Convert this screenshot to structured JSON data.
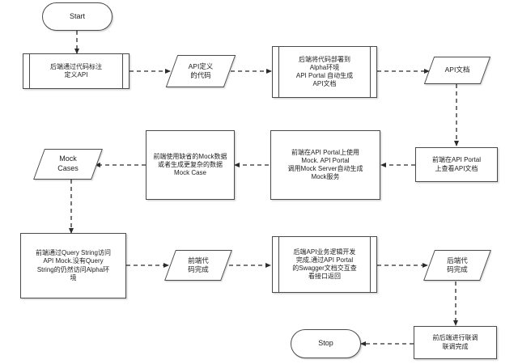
{
  "diagram": {
    "title": "API Portal development workflow flowchart",
    "background_color": "#ffffff",
    "stroke_color": "#4a4a4a",
    "text_color": "#1d1d1d",
    "connector_style": "dashed-arrow"
  },
  "nodes": {
    "start": {
      "label": "Start",
      "shape": "terminator"
    },
    "define_api": {
      "label": "后端通过代码标注\n定义API",
      "shape": "predefined-process"
    },
    "api_def_code": {
      "label": "API定义\n的代码",
      "shape": "data"
    },
    "deploy_alpha": {
      "label": "后端将代码部署到\nAlpha环境\nAPI Portal 自动生成\nAPI文档",
      "shape": "predefined-process"
    },
    "api_doc": {
      "label": "API文档",
      "shape": "data"
    },
    "view_api_doc": {
      "label": "前端在API Portal\n上查看API文档",
      "shape": "process"
    },
    "use_mock": {
      "label": "前端在API Portal上使用\nMock. API Portal\n调用Mock Server自动生成\nMock服务",
      "shape": "process"
    },
    "mock_data": {
      "label": "前端使用缺省的Mock数据\n或者生成更复杂的数据\nMock Case",
      "shape": "process"
    },
    "mock_cases": {
      "label": "Mock\nCases",
      "shape": "data"
    },
    "query_string": {
      "label": "前端通过Query String访问\nAPI Mock.没有Query\nString的仍然访问Alpha环\n境",
      "shape": "process"
    },
    "frontend_done": {
      "label": "前端代\n码完成",
      "shape": "data"
    },
    "backend_logic": {
      "label": "后端API业务逻辑开发\n完成,通过API Portal\n的Swagger文档交互查\n看接口返回",
      "shape": "predefined-process"
    },
    "backend_done": {
      "label": "后端代\n码完成",
      "shape": "data"
    },
    "joint_debug": {
      "label": "前后端进行联调\n联调完成",
      "shape": "process"
    },
    "stop": {
      "label": "Stop",
      "shape": "terminator"
    }
  },
  "edges": [
    {
      "from": "start",
      "to": "define_api",
      "direction": "down"
    },
    {
      "from": "define_api",
      "to": "api_def_code",
      "direction": "right"
    },
    {
      "from": "api_def_code",
      "to": "deploy_alpha",
      "direction": "right"
    },
    {
      "from": "deploy_alpha",
      "to": "api_doc",
      "direction": "right"
    },
    {
      "from": "api_doc",
      "to": "view_api_doc",
      "direction": "down"
    },
    {
      "from": "view_api_doc",
      "to": "use_mock",
      "direction": "left"
    },
    {
      "from": "use_mock",
      "to": "mock_data",
      "direction": "left"
    },
    {
      "from": "mock_data",
      "to": "mock_cases",
      "direction": "left"
    },
    {
      "from": "mock_cases",
      "to": "query_string",
      "direction": "down"
    },
    {
      "from": "query_string",
      "to": "frontend_done",
      "direction": "right"
    },
    {
      "from": "frontend_done",
      "to": "backend_logic",
      "direction": "right"
    },
    {
      "from": "backend_logic",
      "to": "backend_done",
      "direction": "right"
    },
    {
      "from": "backend_done",
      "to": "joint_debug",
      "direction": "down"
    },
    {
      "from": "joint_debug",
      "to": "stop",
      "direction": "left"
    }
  ]
}
